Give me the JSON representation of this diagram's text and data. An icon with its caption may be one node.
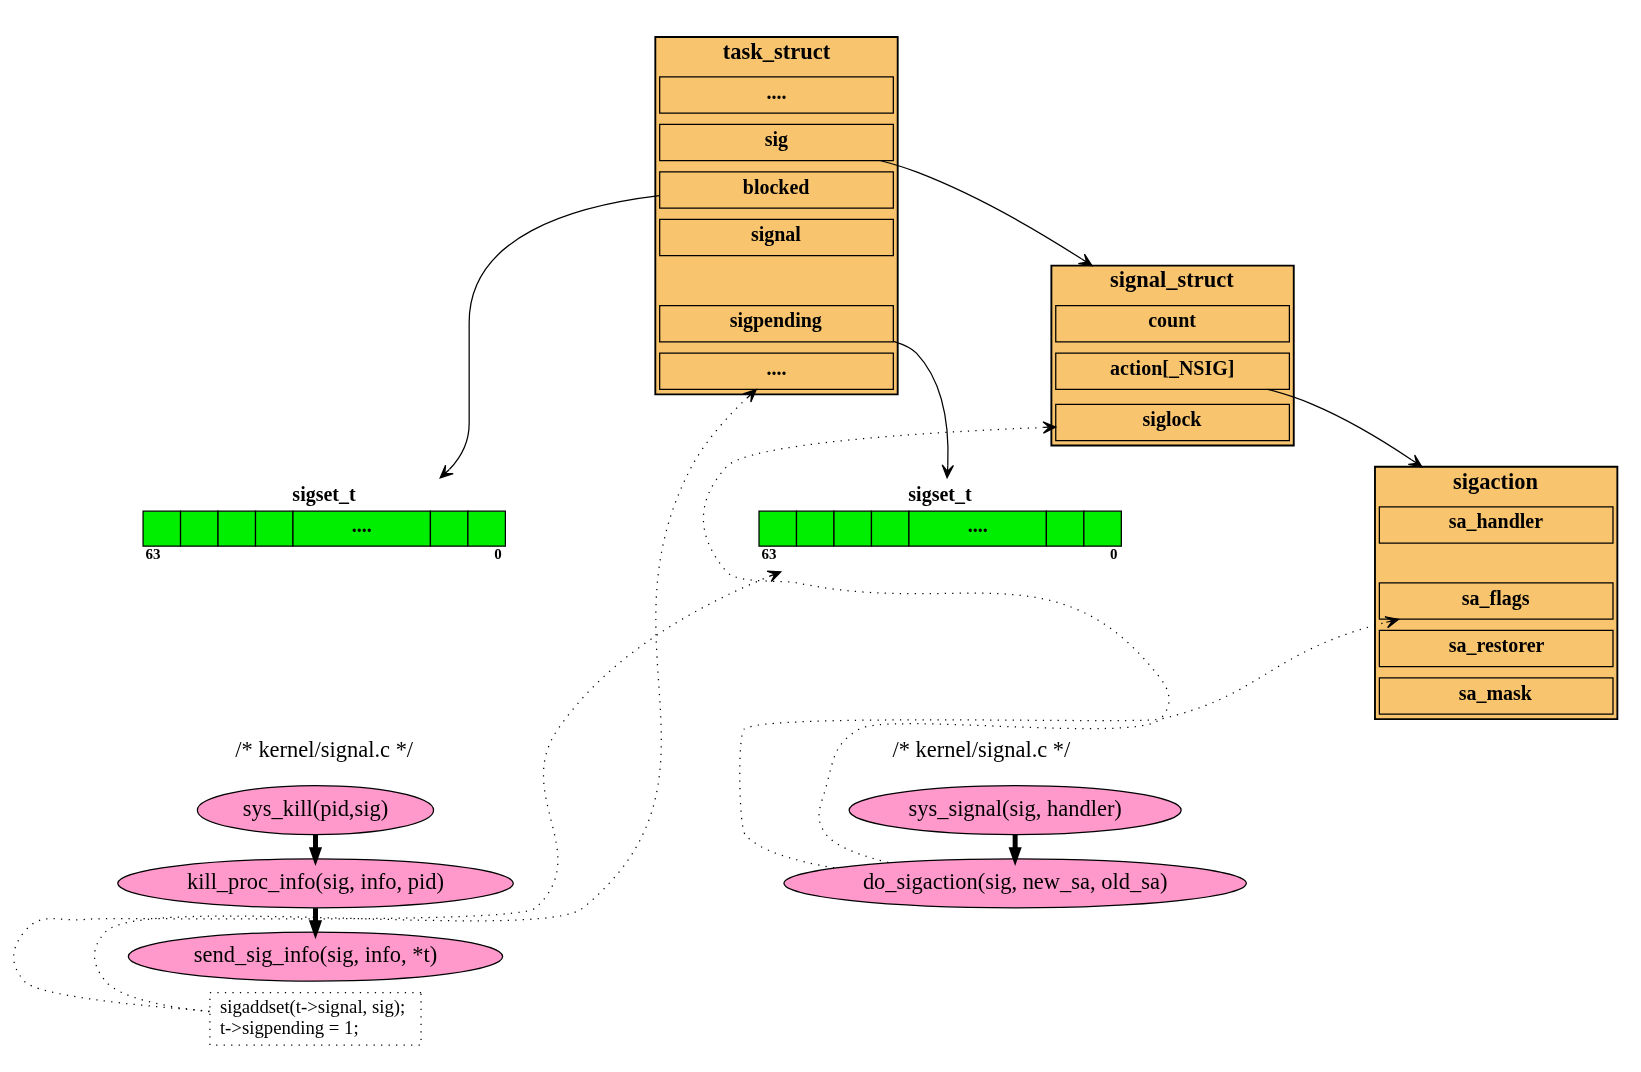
{
  "diagram": {
    "nodes": [
      {
        "text": [
          "task_struct"
        ]
      },
      {
        "text": [
          "...."
        ],
        "in": 0
      },
      {
        "text": [
          "sig"
        ],
        "in": 0
      },
      {
        "text": [
          "blocked"
        ],
        "in": 0
      },
      {
        "text": [
          "signal"
        ],
        "in": 0
      },
      {
        "text": [
          "sigpending"
        ],
        "in": 0
      },
      {
        "text": [
          "...."
        ],
        "in": 0
      },
      {
        "text": [
          "signal_struct"
        ]
      },
      {
        "text": [
          "count"
        ],
        "in": 7
      },
      {
        "text": [
          "action[_NSIG]"
        ],
        "in": 7
      },
      {
        "text": [
          "siglock"
        ],
        "in": 7
      },
      {
        "text": [
          "sigaction"
        ]
      },
      {
        "text": [
          "sa_handler"
        ],
        "in": 11
      },
      {
        "text": [
          "sa_flags"
        ],
        "in": 11
      },
      {
        "text": [
          "sa_restorer"
        ],
        "in": 11
      },
      {
        "text": [
          "sa_mask"
        ],
        "in": 11
      },
      {
        "text": [
          "sigset_t",
          "...."
        ],
        "beside": [
          "63",
          "0"
        ]
      },
      {
        "text": [
          "sigset_t",
          "...."
        ],
        "beside": [
          "63",
          "0"
        ]
      },
      {
        "text": [
          "sys_signal(sig, handler)"
        ]
      },
      {
        "text": [
          "do_sigaction(sig, new_sa, old_sa)"
        ]
      },
      {
        "text": [
          "sys_kill(pid,sig)"
        ]
      },
      {
        "text": [
          "kill_proc_info(sig, info, pid)"
        ]
      },
      {
        "text": [
          "send_sig_info(sig, info, *t)"
        ]
      },
      {
        "text": [
          "sigaddset(t->signal, sig);",
          "t->sigpending = 1;"
        ]
      }
    ],
    "edges": [
      {
        "from": 2,
        "to": 7,
        "arrow": "to"
      },
      {
        "from": 9,
        "to": 11,
        "arrow": "to"
      },
      {
        "from": 3,
        "to": 17,
        "arrow": "to"
      },
      {
        "from": 5,
        "to": 16,
        "arrow": "to"
      },
      {
        "from": 18,
        "to": 19,
        "arrow": "to",
        "style": "thick"
      },
      {
        "from": 20,
        "to": 21,
        "arrow": "to",
        "style": "thick"
      },
      {
        "from": 21,
        "to": 22,
        "arrow": "to",
        "style": "thick"
      },
      {
        "from": 19,
        "to": 10,
        "arrow": "to",
        "style": "dashed"
      },
      {
        "from": 19,
        "to": 13,
        "arrow": "to",
        "style": "dashed"
      },
      {
        "from": 23,
        "to": 6,
        "arrow": "to",
        "style": "dashed"
      },
      {
        "from": 23,
        "to": 16,
        "arrow": "to",
        "style": "dashed"
      }
    ],
    "labels": [
      "/* kernel/signal.c */",
      "/* kernel/signal.c */"
    ]
  }
}
